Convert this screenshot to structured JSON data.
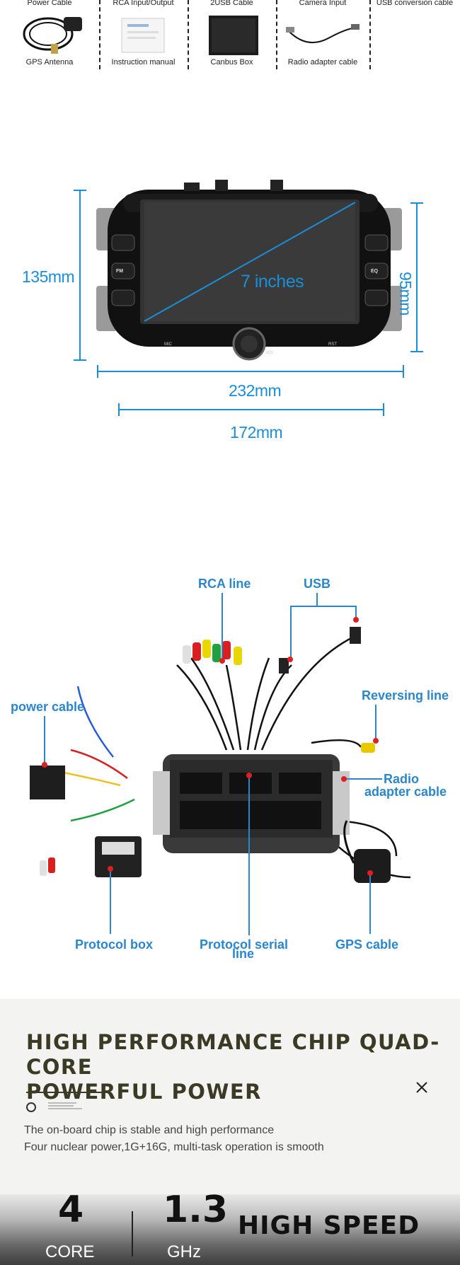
{
  "accessories": {
    "top_labels": [
      "Power Cable",
      "RCA Input/Output",
      "2USB Cable",
      "Camera Input",
      "USB conversion cable"
    ],
    "bottom_labels": [
      "GPS Antenna",
      "Instruction manual",
      "Canbus Box",
      "Radio adapter cable"
    ]
  },
  "dimensions": {
    "height_left": "135mm",
    "height_right": "95mm",
    "screen_diagonal": "7 inches",
    "width_outer": "232mm",
    "width_inner": "172mm",
    "device_buttons": [
      "FM",
      "EQ",
      "MIC",
      "RST",
      "VOL"
    ]
  },
  "wiring": {
    "rca_line": "RCA line",
    "usb": "USB",
    "power_cable": "power cable",
    "reversing_line": "Reversing line",
    "radio_adapter_line1": "Radio",
    "radio_adapter_line2": "adapter cable",
    "protocol_box": "Protocol box",
    "protocol_serial_line1": "Protocol serial",
    "protocol_serial_line2": "line",
    "gps_cable": "GPS cable"
  },
  "performance": {
    "title_line1": "HIGH PERFORMANCE CHIP QUAD-CORE",
    "title_line2": "POWERFUL POWER",
    "desc_line1": "The on-board chip is stable and high performance",
    "desc_line2": "Four nuclear power,1G+16G, multi-task operation is smooth",
    "stat1_value": "4",
    "stat1_unit": "CORE",
    "stat2_value": "1.3",
    "stat2_unit": "GHz",
    "speed_text": "HIGH SPEED"
  },
  "colors": {
    "dimension_blue": "#1a8ed8",
    "label_blue": "#2b86cc",
    "title_olive": "#3b3a24",
    "panel_gray": "#f3f3f2"
  },
  "icons": [
    "close-icon"
  ]
}
